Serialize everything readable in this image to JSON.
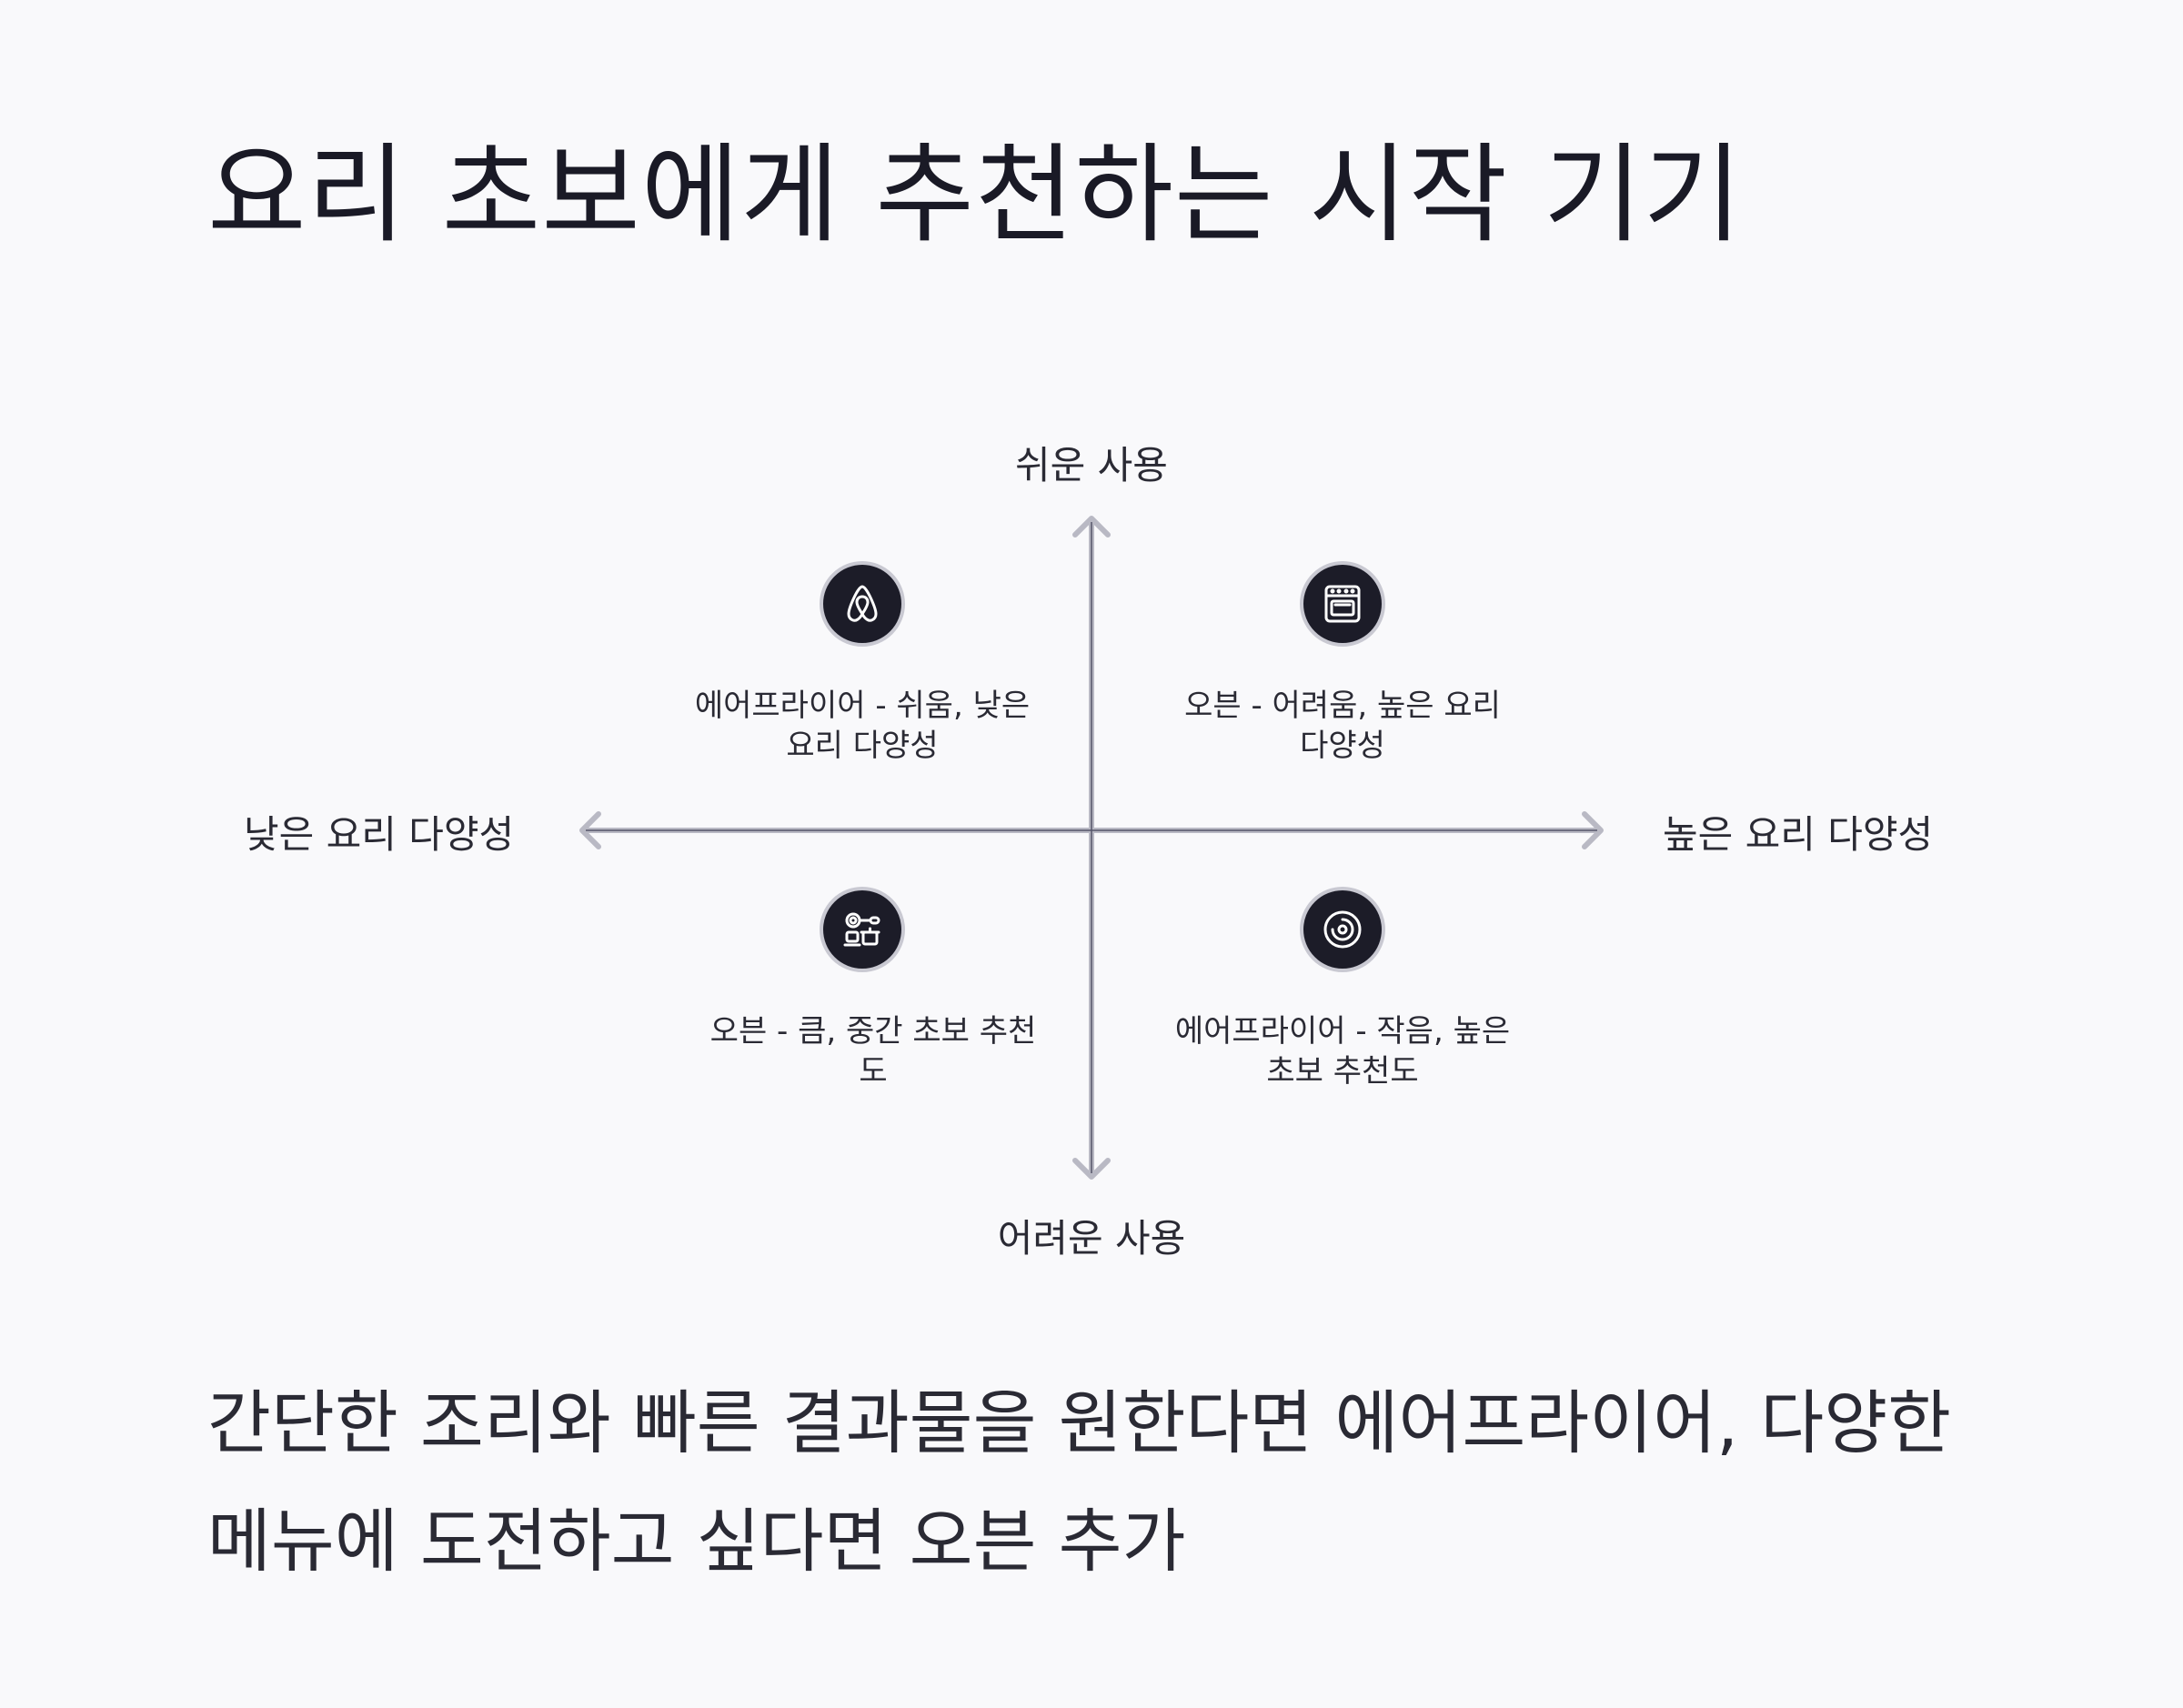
{
  "title": "요리 초보에게 추천하는 시작 기기",
  "axes": {
    "top": "쉬운 사용",
    "bottom": "어려운 사용",
    "left": "낮은 요리 다양성",
    "right": "높은 요리 다양성"
  },
  "quadrants": [
    {
      "icon": "airfryer-icon",
      "text": "에어프라이어 - 쉬움, 낮은 요리 다양성"
    },
    {
      "icon": "oven-icon",
      "text": "오븐 - 어려움, 높은 요리 다양성"
    },
    {
      "icon": "stove-pot-icon",
      "text": "오븐 - 큼, 중간 초보 추천도"
    },
    {
      "icon": "burner-icon",
      "text": "에어프라이어 - 작음, 높은 초보 추천도"
    }
  ],
  "footer": "간단한 조리와 빠른 결과물을 원한다면 에어프라이어, 다양한 메뉴에 도전하고 싶다면 오븐 추가",
  "colors": {
    "background": "#f9f9fb",
    "icon_bg": "#1c1c28",
    "axis": "#b9b9c4"
  }
}
